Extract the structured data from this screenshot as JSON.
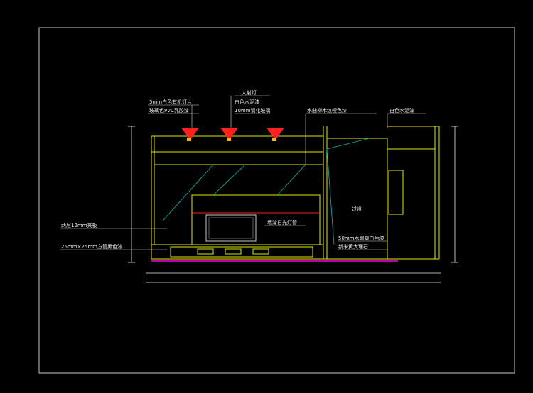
{
  "colors": {
    "background": "#000000",
    "frame": "#c8c8c8",
    "wall": "#e6e600",
    "annotation": "#d8d8d8",
    "dimension": "#e8e8e8",
    "light": "#ff2020",
    "accent": "#ffb000",
    "floor": "#b000b0",
    "glass": "#00b8b8"
  },
  "labels": {
    "ceiling_light_panel": "5mm白色有机灯片",
    "frosted_glass": "玻璃色PVC乳胶漆",
    "downlight": "大射灯",
    "white_cement": "白色水泥漆",
    "tempered_glass": "10mm钢化玻璃",
    "wood_veneer": "水曲柳木纹哑色漆",
    "white_cement_right": "白色水泥漆",
    "double_board": "两层12mm夹板",
    "square_pipe": "25mm×25mm方管黑色漆",
    "tv_wall_light": "墙漆日光灯管",
    "passage": "过道",
    "baseboard": "50mm木踢脚白色漆",
    "marble": "新米黄大理石"
  }
}
